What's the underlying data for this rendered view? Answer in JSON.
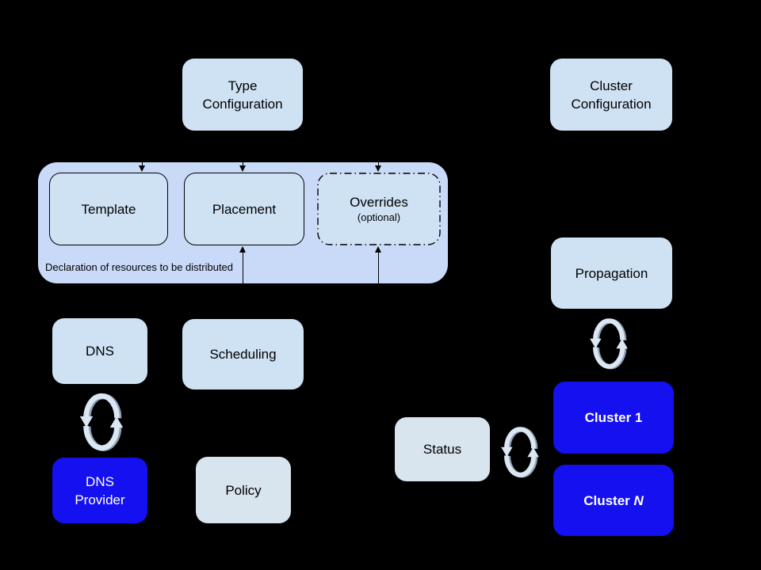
{
  "colors": {
    "bg": "#000000",
    "light_blue": "#cfe2f3",
    "periwinkle": "#c9daf8",
    "gray_blue": "#d8e4ee",
    "bright_blue": "#1410f0",
    "text_dark": "#000000",
    "text_light": "#ffffff",
    "sync_light": "#dbe7f3",
    "sync_dark": "#8fa0b2"
  },
  "nodes": {
    "type_config": {
      "lines": [
        "Type",
        "Configuration"
      ]
    },
    "cluster_config": {
      "lines": [
        "Cluster",
        "Configuration"
      ]
    },
    "template": {
      "label": "Template"
    },
    "placement": {
      "label": "Placement"
    },
    "overrides": {
      "title": "Overrides",
      "subtitle": "(optional)"
    },
    "container_caption": "Declaration of resources to be distributed",
    "dns": {
      "label": "DNS"
    },
    "scheduling": {
      "label": "Scheduling"
    },
    "dns_provider": {
      "lines": [
        "DNS",
        "Provider"
      ]
    },
    "policy": {
      "label": "Policy"
    },
    "propagation": {
      "label": "Propagation"
    },
    "status": {
      "label": "Status"
    },
    "cluster_1": {
      "word": "Cluster",
      "suffix": "1"
    },
    "cluster_n": {
      "word": "Cluster",
      "suffix": "N"
    }
  },
  "icons": [
    {
      "name": "sync-icon-dns"
    },
    {
      "name": "sync-icon-propagation"
    },
    {
      "name": "sync-icon-status"
    }
  ]
}
